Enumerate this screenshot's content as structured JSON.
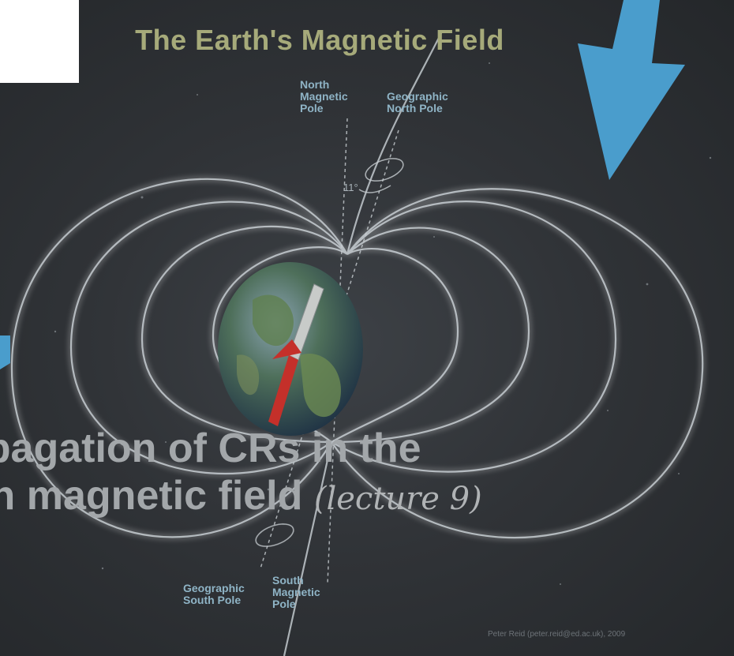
{
  "title": "The Earth's Magnetic Field",
  "labels": {
    "north_magnetic": "North\nMagnetic\nPole",
    "geographic_north": "Geographic\nNorth Pole",
    "geographic_south": "Geographic\nSouth Pole",
    "south_magnetic": "South\nMagnetic\nPole",
    "tilt_angle": "11°"
  },
  "caption": {
    "line1": "opagation of CRs in the",
    "line2_main": "rth magnetic field",
    "line2_sub": "(lecture 9)"
  },
  "credit": "Peter Reid (peter.reid@ed.ac.uk), 2009",
  "colors": {
    "arrow": "#4a9dcc",
    "title": "#a6aa7a",
    "field_lines": "#d6dde2",
    "magnet_north": "#c8cbc9",
    "magnet_south": "#c4302a"
  },
  "icons": {
    "arrow_right": "down-left-arrow-icon",
    "arrow_left": "arrow-fragment-icon"
  }
}
